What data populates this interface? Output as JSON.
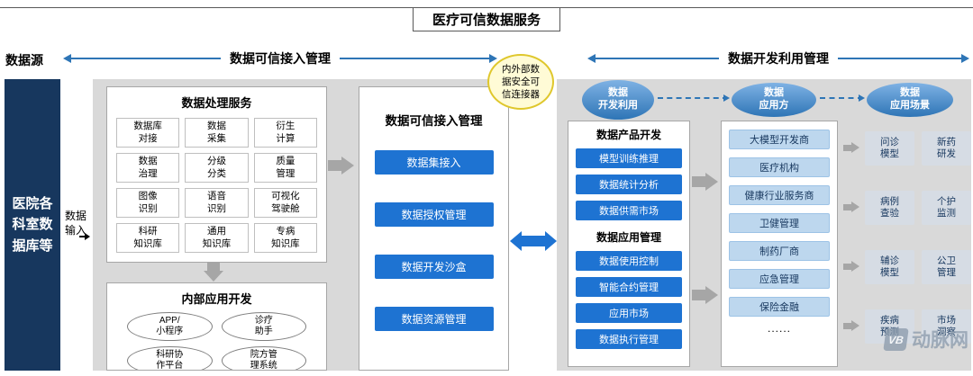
{
  "title": "医疗可信数据服务",
  "colors": {
    "dark_blue": "#17375e",
    "button_blue": "#1e73d2",
    "light_blue": "#bdd7ee",
    "panel_gray": "#d9d9d9",
    "arrow_gray": "#a6a6a6",
    "scenario_gray": "#d6dce4",
    "accent_arrow_blue": "#2e75b6",
    "bubble_yellow": "#fffbd6"
  },
  "headers": {
    "source": "数据源",
    "access": "数据可信接入管理",
    "develop": "数据开发利用管理"
  },
  "bubble": "内外部数\n据安全可\n信连接器",
  "source_bar": "医院各科室数据库等",
  "input_label": "数据输入",
  "processing": {
    "title": "数据处理服务",
    "items": [
      "数据库\n对接",
      "数据\n采集",
      "衍生\n计算",
      "数据\n治理",
      "分级\n分类",
      "质量\n管理",
      "图像\n识别",
      "语音\n识别",
      "可视化\n驾驶舱",
      "科研\n知识库",
      "通用\n知识库",
      "专病\n知识库"
    ]
  },
  "internal_dev": {
    "title": "内部应用开发",
    "items": [
      "APP/\n小程序",
      "诊疗\n助手",
      "科研协\n作平台",
      "院方管\n理系统"
    ]
  },
  "access_panel": {
    "title": "数据可信接入管理",
    "items": [
      "数据集接入",
      "数据授权管理",
      "数据开发沙盒",
      "数据资源管理"
    ]
  },
  "stages": [
    "数据\n开发利用",
    "数据\n应用方",
    "数据\n应用场景"
  ],
  "product_panel": {
    "dev_title": "数据产品开发",
    "dev_items": [
      "模型训练推理",
      "数据统计分析",
      "数据供需市场"
    ],
    "mgmt_title": "数据应用管理",
    "mgmt_items": [
      "数据使用控制",
      "智能合约管理",
      "应用市场",
      "数据执行管理"
    ]
  },
  "consumers": [
    "大模型开发商",
    "医疗机构",
    "健康行业服务商",
    "卫健管理",
    "制药厂商",
    "应急管理",
    "保险金融",
    "......"
  ],
  "scenarios": [
    "问诊\n模型",
    "新药\n研发",
    "病例\n查验",
    "个护\n监测",
    "辅诊\n模型",
    "公卫\n管理",
    "疾病\n预测",
    "市场\n洞察"
  ],
  "watermark": {
    "logo": "VB",
    "text": "动脉网"
  }
}
